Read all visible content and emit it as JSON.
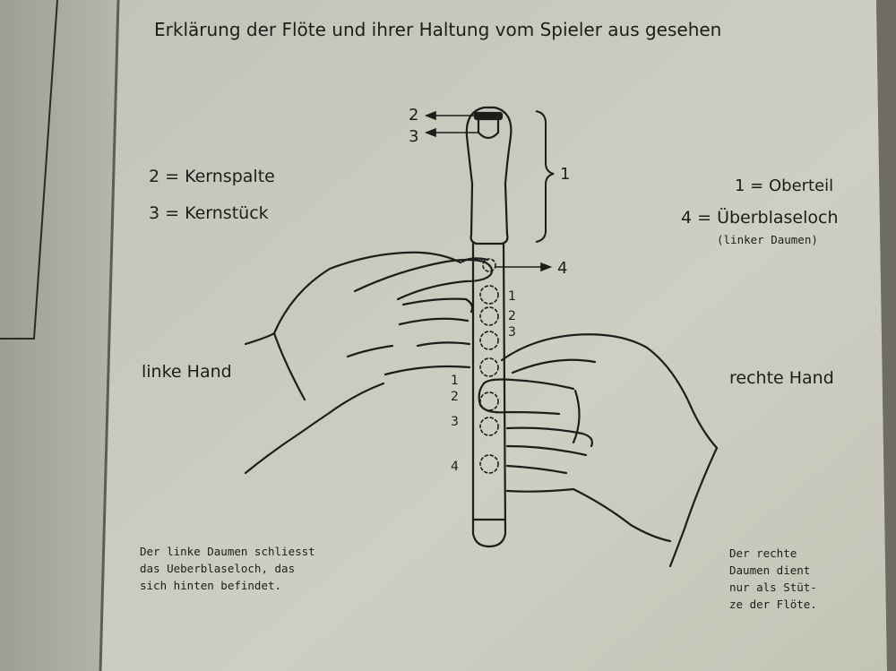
{
  "title": "Erklärung der Flöte und ihrer Haltung vom Spieler aus gesehen",
  "legend_left": [
    "2 = Kernspalte",
    "3 = Kernstück"
  ],
  "legend_right": [
    "1 = Oberteil",
    "4 = Überblaseloch"
  ],
  "legend_right_note": "(linker Daumen)",
  "callouts": {
    "c2": "2",
    "c3": "3",
    "c1": "1",
    "c4": "4"
  },
  "hole_numbers_top": [
    "1",
    "2",
    "3"
  ],
  "hole_numbers_bottom": [
    "1",
    "2",
    "3",
    "4"
  ],
  "hand_left": "linke Hand",
  "hand_right": "rechte Hand",
  "caption_left": "Der linke Daumen schliesst\ndas Ueberblaseloch, das\nsich hinten befindet.",
  "caption_right": "Der rechte\nDaumen dient\nnur als Stüt-\nze der Flöte.",
  "colors": {
    "page": "#c9cbbf",
    "ink": "#1d1d1b",
    "background": "#7f7d73"
  }
}
